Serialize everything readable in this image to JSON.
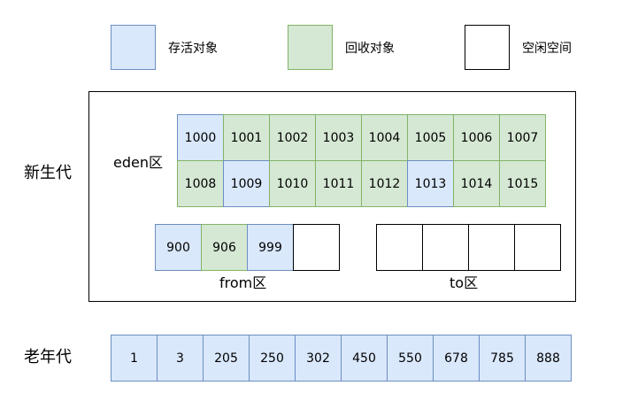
{
  "colors": {
    "live_fill": "#dae8fc",
    "live_border": "#6c8ebf",
    "dead_fill": "#d5e8d4",
    "dead_border": "#82b366",
    "free_fill": "#ffffff",
    "free_border": "#000000"
  },
  "legend": {
    "live_label": "存活对象",
    "dead_label": "回收对象",
    "free_label": "空闲空间"
  },
  "young": {
    "label": "新生代",
    "eden": {
      "label": "eden区",
      "rows": [
        [
          {
            "text": "1000",
            "state": "live"
          },
          {
            "text": "1001",
            "state": "dead"
          },
          {
            "text": "1002",
            "state": "dead"
          },
          {
            "text": "1003",
            "state": "dead"
          },
          {
            "text": "1004",
            "state": "dead"
          },
          {
            "text": "1005",
            "state": "dead"
          },
          {
            "text": "1006",
            "state": "dead"
          },
          {
            "text": "1007",
            "state": "dead"
          }
        ],
        [
          {
            "text": "1008",
            "state": "dead"
          },
          {
            "text": "1009",
            "state": "live"
          },
          {
            "text": "1010",
            "state": "dead"
          },
          {
            "text": "1011",
            "state": "dead"
          },
          {
            "text": "1012",
            "state": "dead"
          },
          {
            "text": "1013",
            "state": "live"
          },
          {
            "text": "1014",
            "state": "dead"
          },
          {
            "text": "1015",
            "state": "dead"
          }
        ]
      ]
    },
    "from": {
      "label": "from区",
      "cells": [
        {
          "text": "900",
          "state": "live"
        },
        {
          "text": "906",
          "state": "dead"
        },
        {
          "text": "999",
          "state": "live"
        },
        {
          "text": "",
          "state": "free"
        }
      ]
    },
    "to": {
      "label": "to区",
      "cells": [
        {
          "text": "",
          "state": "free"
        },
        {
          "text": "",
          "state": "free"
        },
        {
          "text": "",
          "state": "free"
        },
        {
          "text": "",
          "state": "free"
        }
      ]
    }
  },
  "old": {
    "label": "老年代",
    "cells": [
      {
        "text": "1",
        "state": "live"
      },
      {
        "text": "3",
        "state": "live"
      },
      {
        "text": "205",
        "state": "live"
      },
      {
        "text": "250",
        "state": "live"
      },
      {
        "text": "302",
        "state": "live"
      },
      {
        "text": "450",
        "state": "live"
      },
      {
        "text": "550",
        "state": "live"
      },
      {
        "text": "678",
        "state": "live"
      },
      {
        "text": "785",
        "state": "live"
      },
      {
        "text": "888",
        "state": "live"
      }
    ]
  }
}
